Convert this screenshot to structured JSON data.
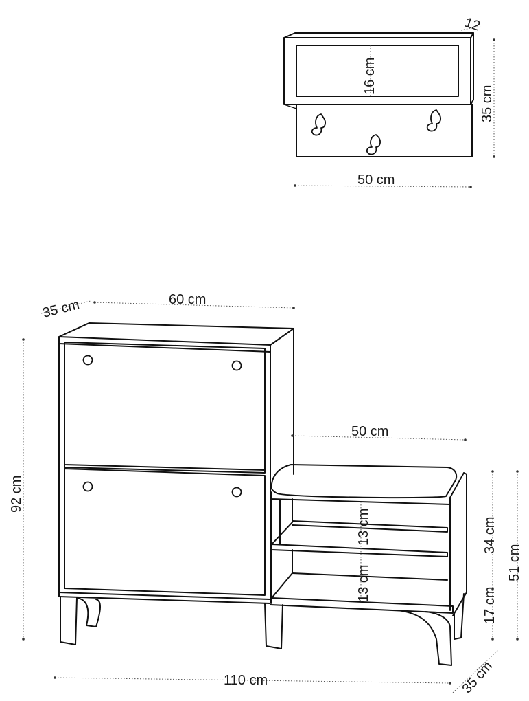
{
  "dimensions": {
    "shelf_depth": "12",
    "shelf_inner_height": "16 cm",
    "shelf_height": "35 cm",
    "shelf_width": "50 cm",
    "cabinet_depth": "35 cm",
    "cabinet_width": "60 cm",
    "cabinet_height": "92 cm",
    "bench_width": "50 cm",
    "bench_seat_height": "34 cm",
    "bench_leg_height": "17 cm",
    "bench_total_height": "51 cm",
    "bench_shelf_1": "13 cm",
    "bench_shelf_2": "13 cm",
    "total_width": "110 cm",
    "total_depth": "35 cm"
  }
}
